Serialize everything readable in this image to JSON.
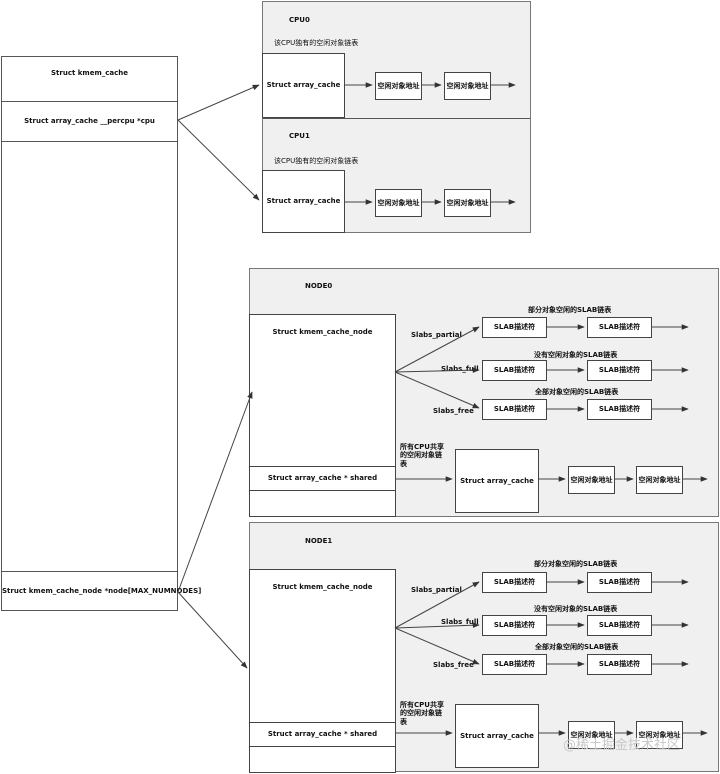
{
  "kmem": {
    "title": "Struct kmem_cache",
    "percpu": "Struct array_cache __percpu *cpu",
    "node_ptr": "Struct kmem_cache_node *node[MAX_NUMNODES]"
  },
  "cpu_panels": [
    {
      "title": "CPU0",
      "caption": "该CPU独有的空闲对象链表",
      "array_cache": "Struct array_cache",
      "objects": [
        "空闲对象地址",
        "空闲对象地址"
      ]
    },
    {
      "title": "CPU1",
      "caption": "该CPU独有的空闲对象链表",
      "array_cache": "Struct array_cache",
      "objects": [
        "空闲对象地址",
        "空闲对象地址"
      ]
    }
  ],
  "node_panels": [
    {
      "title": "NODE0",
      "node_struct": "Struct kmem_cache_node",
      "shared": "Struct array_cache * shared",
      "lists": [
        {
          "label": "Slabs_partial",
          "caption": "部分对象空闲的SLAB链表",
          "desc": [
            "SLAB描述符",
            "SLAB描述符"
          ]
        },
        {
          "label": "Slabs_full",
          "caption": "没有空闲对象的SLAB链表",
          "desc": [
            "SLAB描述符",
            "SLAB描述符"
          ]
        },
        {
          "label": "Slabs_free",
          "caption": "全部对象空闲的SLAB链表",
          "desc": [
            "SLAB描述符",
            "SLAB描述符"
          ]
        }
      ],
      "shared_caption": "所有CPU共享的空闲对象链表",
      "shared_array": "Struct array_cache",
      "objects": [
        "空闲对象地址",
        "空闲对象地址"
      ]
    },
    {
      "title": "NODE1",
      "node_struct": "Struct kmem_cache_node",
      "shared": "Struct array_cache * shared",
      "lists": [
        {
          "label": "Slabs_partial",
          "caption": "部分对象空闲的SLAB链表",
          "desc": [
            "SLAB描述符",
            "SLAB描述符"
          ]
        },
        {
          "label": "Slabs_full",
          "caption": "没有空闲对象的SLAB链表",
          "desc": [
            "SLAB描述符",
            "SLAB描述符"
          ]
        },
        {
          "label": "Slabs_free",
          "caption": "全部对象空闲的SLAB链表",
          "desc": [
            "SLAB描述符",
            "SLAB描述符"
          ]
        }
      ],
      "shared_caption": "所有CPU共享的空闲对象链表",
      "shared_array": "Struct array_cache",
      "objects": [
        "空闲对象地址",
        "空闲对象地址"
      ]
    }
  ],
  "watermark": "@稀土掘金技术社区"
}
